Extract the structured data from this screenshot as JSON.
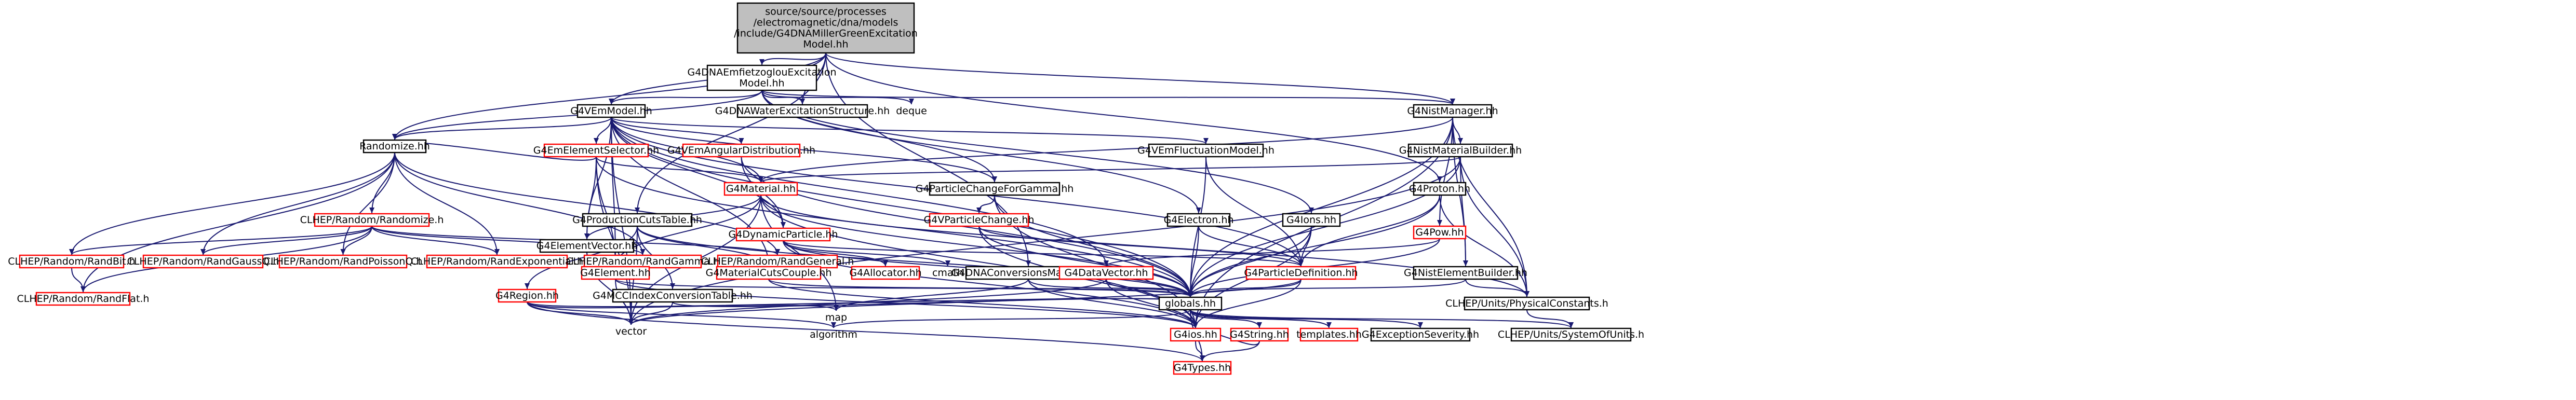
{
  "colors": {
    "root_fill": "#bfbfbf",
    "node_fill": "#ffffff",
    "node_border": "#000000",
    "linked_border": "#ff0000",
    "edge": "#191970",
    "text": "#000000"
  },
  "nodes": [
    {
      "id": "root",
      "lines": [
        "source/source/processes",
        "/electromagnetic/dna/models",
        "/include/G4DNAMillerGreenExcitation",
        "Model.hh"
      ],
      "style": "root"
    },
    {
      "id": "excmodel",
      "lines": [
        "G4DNAEmfietzoglouExcitation",
        "Model.hh"
      ],
      "style": "plain"
    },
    {
      "id": "g4vemmodel",
      "lines": [
        "G4VEmModel.hh"
      ],
      "style": "plain"
    },
    {
      "id": "dnawater",
      "lines": [
        "G4DNAWaterExcitationStructure.hh"
      ],
      "style": "plain"
    },
    {
      "id": "deque",
      "lines": [
        "deque"
      ],
      "style": "text"
    },
    {
      "id": "nistmgr",
      "lines": [
        "G4NistManager.hh"
      ],
      "style": "plain"
    },
    {
      "id": "randomize",
      "lines": [
        "Randomize.hh"
      ],
      "style": "plain"
    },
    {
      "id": "emelemsel",
      "lines": [
        "G4EmElementSelector.hh"
      ],
      "style": "linked"
    },
    {
      "id": "vangular",
      "lines": [
        "G4VEmAngularDistribution.hh"
      ],
      "style": "linked"
    },
    {
      "id": "fluct",
      "lines": [
        "G4VEmFluctuationModel.hh"
      ],
      "style": "plain"
    },
    {
      "id": "nistmat",
      "lines": [
        "G4NistMaterialBuilder.hh"
      ],
      "style": "plain"
    },
    {
      "id": "material",
      "lines": [
        "G4Material.hh"
      ],
      "style": "linked"
    },
    {
      "id": "pcforgamma",
      "lines": [
        "G4ParticleChangeForGamma.hh"
      ],
      "style": "plain"
    },
    {
      "id": "proton",
      "lines": [
        "G4Proton.hh"
      ],
      "style": "plain"
    },
    {
      "id": "clhepRandomize",
      "lines": [
        "CLHEP/Random/Randomize.h"
      ],
      "style": "linked"
    },
    {
      "id": "prodcuts",
      "lines": [
        "G4ProductionCutsTable.hh"
      ],
      "style": "plain"
    },
    {
      "id": "elemvector",
      "lines": [
        "G4ElementVector.hh"
      ],
      "style": "plain"
    },
    {
      "id": "dynpart",
      "lines": [
        "G4DynamicParticle.hh"
      ],
      "style": "linked"
    },
    {
      "id": "vpchange",
      "lines": [
        "G4VParticleChange.hh"
      ],
      "style": "linked"
    },
    {
      "id": "electron",
      "lines": [
        "G4Electron.hh"
      ],
      "style": "plain"
    },
    {
      "id": "ions",
      "lines": [
        "G4Ions.hh"
      ],
      "style": "plain"
    },
    {
      "id": "pow",
      "lines": [
        "G4Pow.hh"
      ],
      "style": "linked"
    },
    {
      "id": "randbit",
      "lines": [
        "CLHEP/Random/RandBit.h"
      ],
      "style": "linked"
    },
    {
      "id": "randgaussq",
      "lines": [
        "CLHEP/Random/RandGaussQ.h"
      ],
      "style": "linked"
    },
    {
      "id": "randpoissonq",
      "lines": [
        "CLHEP/Random/RandPoissonQ.h"
      ],
      "style": "linked"
    },
    {
      "id": "randexp",
      "lines": [
        "CLHEP/Random/RandExponential.h"
      ],
      "style": "linked"
    },
    {
      "id": "randgamma",
      "lines": [
        "CLHEP/Random/RandGamma.h"
      ],
      "style": "linked"
    },
    {
      "id": "randgeneral",
      "lines": [
        "CLHEP/Random/RandGeneral.h"
      ],
      "style": "linked"
    },
    {
      "id": "element",
      "lines": [
        "G4Element.hh"
      ],
      "style": "linked"
    },
    {
      "id": "region",
      "lines": [
        "G4Region.hh"
      ],
      "style": "linked"
    },
    {
      "id": "mcconv",
      "lines": [
        "G4MCCIndexConversionTable.hh"
      ],
      "style": "plain"
    },
    {
      "id": "matcuts",
      "lines": [
        "G4MaterialCutsCouple.hh"
      ],
      "style": "linked"
    },
    {
      "id": "allocator",
      "lines": [
        "G4Allocator.hh"
      ],
      "style": "linked"
    },
    {
      "id": "cmath",
      "lines": [
        "cmath"
      ],
      "style": "text"
    },
    {
      "id": "dataconv",
      "lines": [
        "G4DNAConversionsManager.hh"
      ],
      "style": "plain"
    },
    {
      "id": "datavector",
      "lines": [
        "G4DataVector.hh"
      ],
      "style": "linked"
    },
    {
      "id": "partdef",
      "lines": [
        "G4ParticleDefinition.hh"
      ],
      "style": "linked"
    },
    {
      "id": "nistelem",
      "lines": [
        "G4NistElementBuilder.hh"
      ],
      "style": "plain"
    },
    {
      "id": "randflat",
      "lines": [
        "CLHEP/Random/RandFlat.h"
      ],
      "style": "linked"
    },
    {
      "id": "vector",
      "lines": [
        "vector"
      ],
      "style": "text"
    },
    {
      "id": "map",
      "lines": [
        "map"
      ],
      "style": "text"
    },
    {
      "id": "globals",
      "lines": [
        "globals.hh"
      ],
      "style": "plain"
    },
    {
      "id": "physconst",
      "lines": [
        "CLHEP/Units/PhysicalConstants.h"
      ],
      "style": "plain"
    },
    {
      "id": "algorithm",
      "lines": [
        "algorithm"
      ],
      "style": "text"
    },
    {
      "id": "g4ios",
      "lines": [
        "G4ios.hh"
      ],
      "style": "linked"
    },
    {
      "id": "g4string",
      "lines": [
        "G4String.hh"
      ],
      "style": "linked"
    },
    {
      "id": "templates",
      "lines": [
        "templates.hh"
      ],
      "style": "linked"
    },
    {
      "id": "exception",
      "lines": [
        "G4ExceptionSeverity.hh"
      ],
      "style": "plain"
    },
    {
      "id": "sysunits",
      "lines": [
        "CLHEP/Units/SystemOfUnits.h"
      ],
      "style": "plain"
    },
    {
      "id": "types",
      "lines": [
        "G4Types.hh"
      ],
      "style": "linked"
    }
  ],
  "edges": [
    [
      "root",
      "excmodel"
    ],
    [
      "root",
      "g4vemmodel"
    ],
    [
      "root",
      "dnawater"
    ],
    [
      "root",
      "nistmgr"
    ],
    [
      "root",
      "randomize"
    ],
    [
      "root",
      "prodcuts"
    ],
    [
      "root",
      "proton"
    ],
    [
      "root",
      "dataconv"
    ],
    [
      "excmodel",
      "g4vemmodel"
    ],
    [
      "excmodel",
      "dnawater"
    ],
    [
      "excmodel",
      "deque"
    ],
    [
      "excmodel",
      "nistmgr"
    ],
    [
      "excmodel",
      "randomize"
    ],
    [
      "excmodel",
      "pcforgamma"
    ],
    [
      "excmodel",
      "electron"
    ],
    [
      "excmodel",
      "ions"
    ],
    [
      "g4vemmodel",
      "emelemsel"
    ],
    [
      "g4vemmodel",
      "vangular"
    ],
    [
      "g4vemmodel",
      "fluct"
    ],
    [
      "g4vemmodel",
      "material"
    ],
    [
      "g4vemmodel",
      "elemvector"
    ],
    [
      "g4vemmodel",
      "element"
    ],
    [
      "g4vemmodel",
      "dynpart"
    ],
    [
      "g4vemmodel",
      "matcuts"
    ],
    [
      "g4vemmodel",
      "datavector"
    ],
    [
      "g4vemmodel",
      "partdef"
    ],
    [
      "g4vemmodel",
      "pcforgamma"
    ],
    [
      "g4vemmodel",
      "randomize"
    ],
    [
      "g4vemmodel",
      "globals"
    ],
    [
      "g4vemmodel",
      "vector"
    ],
    [
      "nistmgr",
      "nistmat"
    ],
    [
      "nistmgr",
      "material"
    ],
    [
      "nistmgr",
      "nistelem"
    ],
    [
      "nistmgr",
      "pow"
    ],
    [
      "nistmgr",
      "globals"
    ],
    [
      "nistmgr",
      "g4ios"
    ],
    [
      "nistmgr",
      "physconst"
    ],
    [
      "randomize",
      "clhepRandomize"
    ],
    [
      "randomize",
      "randbit"
    ],
    [
      "randomize",
      "randgaussq"
    ],
    [
      "randomize",
      "randpoissonq"
    ],
    [
      "randomize",
      "randexp"
    ],
    [
      "randomize",
      "randgamma"
    ],
    [
      "randomize",
      "randgeneral"
    ],
    [
      "randomize",
      "randflat"
    ],
    [
      "clhepRandomize",
      "randbit"
    ],
    [
      "clhepRandomize",
      "randgaussq"
    ],
    [
      "clhepRandomize",
      "randpoissonq"
    ],
    [
      "clhepRandomize",
      "randexp"
    ],
    [
      "clhepRandomize",
      "randgamma"
    ],
    [
      "clhepRandomize",
      "randgeneral"
    ],
    [
      "clhepRandomize",
      "randflat"
    ],
    [
      "randbit",
      "randflat"
    ],
    [
      "emelemsel",
      "material"
    ],
    [
      "emelemsel",
      "element"
    ],
    [
      "emelemsel",
      "elemvector"
    ],
    [
      "emelemsel",
      "vector"
    ],
    [
      "emelemsel",
      "randomize"
    ],
    [
      "emelemsel",
      "globals"
    ],
    [
      "vangular",
      "dynpart"
    ],
    [
      "vangular",
      "globals"
    ],
    [
      "fluct",
      "globals"
    ],
    [
      "fluct",
      "partdef"
    ],
    [
      "nistmat",
      "material"
    ],
    [
      "nistmat",
      "nistelem"
    ],
    [
      "nistmat",
      "globals"
    ],
    [
      "nistmat",
      "physconst"
    ],
    [
      "nistmat",
      "vector"
    ],
    [
      "material",
      "elemvector"
    ],
    [
      "material",
      "element"
    ],
    [
      "material",
      "globals"
    ],
    [
      "material",
      "vector"
    ],
    [
      "material",
      "map"
    ],
    [
      "material",
      "g4ios"
    ],
    [
      "material",
      "physconst"
    ],
    [
      "pcforgamma",
      "vpchange"
    ],
    [
      "pcforgamma",
      "globals"
    ],
    [
      "pcforgamma",
      "g4ios"
    ],
    [
      "proton",
      "partdef"
    ],
    [
      "proton",
      "globals"
    ],
    [
      "proton",
      "physconst"
    ],
    [
      "prodcuts",
      "matcuts"
    ],
    [
      "prodcuts",
      "mcconv"
    ],
    [
      "prodcuts",
      "region"
    ],
    [
      "prodcuts",
      "globals"
    ],
    [
      "prodcuts",
      "vector"
    ],
    [
      "elemvector",
      "element"
    ],
    [
      "elemvector",
      "vector"
    ],
    [
      "dynpart",
      "allocator"
    ],
    [
      "dynpart",
      "partdef"
    ],
    [
      "dynpart",
      "cmath"
    ],
    [
      "dynpart",
      "g4ios"
    ],
    [
      "dynpart",
      "globals"
    ],
    [
      "vpchange",
      "partdef"
    ],
    [
      "vpchange",
      "globals"
    ],
    [
      "vpchange",
      "g4ios"
    ],
    [
      "electron",
      "partdef"
    ],
    [
      "electron",
      "globals"
    ],
    [
      "ions",
      "partdef"
    ],
    [
      "ions",
      "globals"
    ],
    [
      "ions",
      "g4ios"
    ],
    [
      "pow",
      "datavector"
    ],
    [
      "pow",
      "globals"
    ],
    [
      "element",
      "globals"
    ],
    [
      "element",
      "vector"
    ],
    [
      "element",
      "g4ios"
    ],
    [
      "region",
      "globals"
    ],
    [
      "region",
      "vector"
    ],
    [
      "region",
      "map"
    ],
    [
      "region",
      "algorithm"
    ],
    [
      "region",
      "types"
    ],
    [
      "mcconv",
      "globals"
    ],
    [
      "mcconv",
      "vector"
    ],
    [
      "matcuts",
      "globals"
    ],
    [
      "matcuts",
      "g4ios"
    ],
    [
      "dataconv",
      "globals"
    ],
    [
      "dataconv",
      "map"
    ],
    [
      "dataconv",
      "g4ios"
    ],
    [
      "datavector",
      "vector"
    ],
    [
      "datavector",
      "g4ios"
    ],
    [
      "datavector",
      "globals"
    ],
    [
      "partdef",
      "globals"
    ],
    [
      "partdef",
      "g4ios"
    ],
    [
      "partdef",
      "vector"
    ],
    [
      "nistelem",
      "globals"
    ],
    [
      "nistelem",
      "physconst"
    ],
    [
      "globals",
      "g4ios"
    ],
    [
      "globals",
      "g4string"
    ],
    [
      "globals",
      "templates"
    ],
    [
      "globals",
      "exception"
    ],
    [
      "globals",
      "types"
    ],
    [
      "globals",
      "algorithm"
    ],
    [
      "globals",
      "sysunits"
    ],
    [
      "physconst",
      "sysunits"
    ],
    [
      "g4ios",
      "types"
    ],
    [
      "g4string",
      "types"
    ],
    [
      "g4string",
      "g4ios"
    ]
  ]
}
